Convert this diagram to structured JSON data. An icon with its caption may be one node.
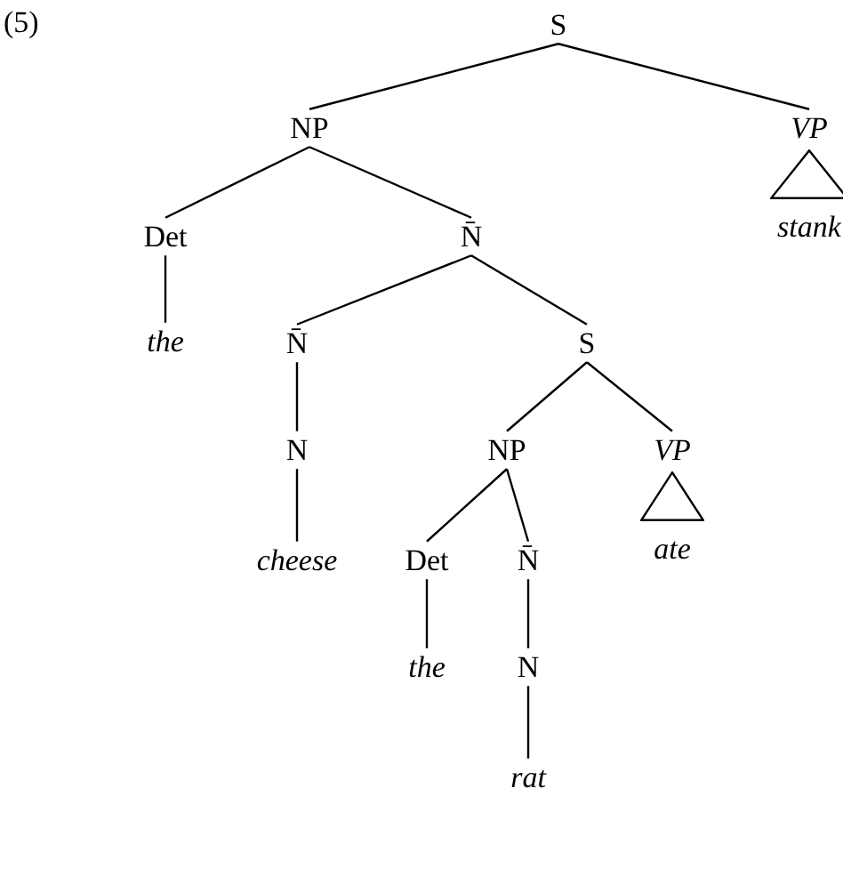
{
  "diagram": {
    "nodes": [
      {
        "text": [
          "S"
        ]
      },
      {
        "text": [
          "NP"
        ]
      },
      {
        "text": [
          "VP"
        ]
      },
      {
        "text": [],
        "shape": "triangle",
        "beside": [
          "stank"
        ]
      },
      {
        "text": [
          "Det"
        ]
      },
      {
        "text": [
          "N̄"
        ]
      },
      {
        "text": [
          "the"
        ]
      },
      {
        "text": [
          "N̄"
        ]
      },
      {
        "text": [
          "S"
        ]
      },
      {
        "text": [
          "N"
        ]
      },
      {
        "text": [
          "NP"
        ]
      },
      {
        "text": [
          "VP"
        ]
      },
      {
        "text": [],
        "shape": "triangle",
        "beside": [
          "ate"
        ]
      },
      {
        "text": [
          "cheese"
        ]
      },
      {
        "text": [
          "Det"
        ]
      },
      {
        "text": [
          "N̄"
        ]
      },
      {
        "text": [
          "the"
        ]
      },
      {
        "text": [
          "N"
        ]
      },
      {
        "text": [
          "rat"
        ]
      }
    ],
    "edges": [
      {
        "from": 0,
        "to": 1,
        "arrow": "none"
      },
      {
        "from": 0,
        "to": 2,
        "arrow": "none"
      },
      {
        "from": 1,
        "to": 4,
        "arrow": "none"
      },
      {
        "from": 1,
        "to": 5,
        "arrow": "none"
      },
      {
        "from": 4,
        "to": 6,
        "arrow": "none"
      },
      {
        "from": 5,
        "to": 7,
        "arrow": "none"
      },
      {
        "from": 5,
        "to": 8,
        "arrow": "none"
      },
      {
        "from": 7,
        "to": 9,
        "arrow": "none"
      },
      {
        "from": 9,
        "to": 13,
        "arrow": "none"
      },
      {
        "from": 8,
        "to": 10,
        "arrow": "none"
      },
      {
        "from": 8,
        "to": 11,
        "arrow": "none"
      },
      {
        "from": 10,
        "to": 14,
        "arrow": "none"
      },
      {
        "from": 10,
        "to": 15,
        "arrow": "none"
      },
      {
        "from": 14,
        "to": 16,
        "arrow": "none"
      },
      {
        "from": 15,
        "to": 17,
        "arrow": "none"
      },
      {
        "from": 17,
        "to": 18,
        "arrow": "none"
      }
    ],
    "labels": [
      "(5)"
    ]
  }
}
